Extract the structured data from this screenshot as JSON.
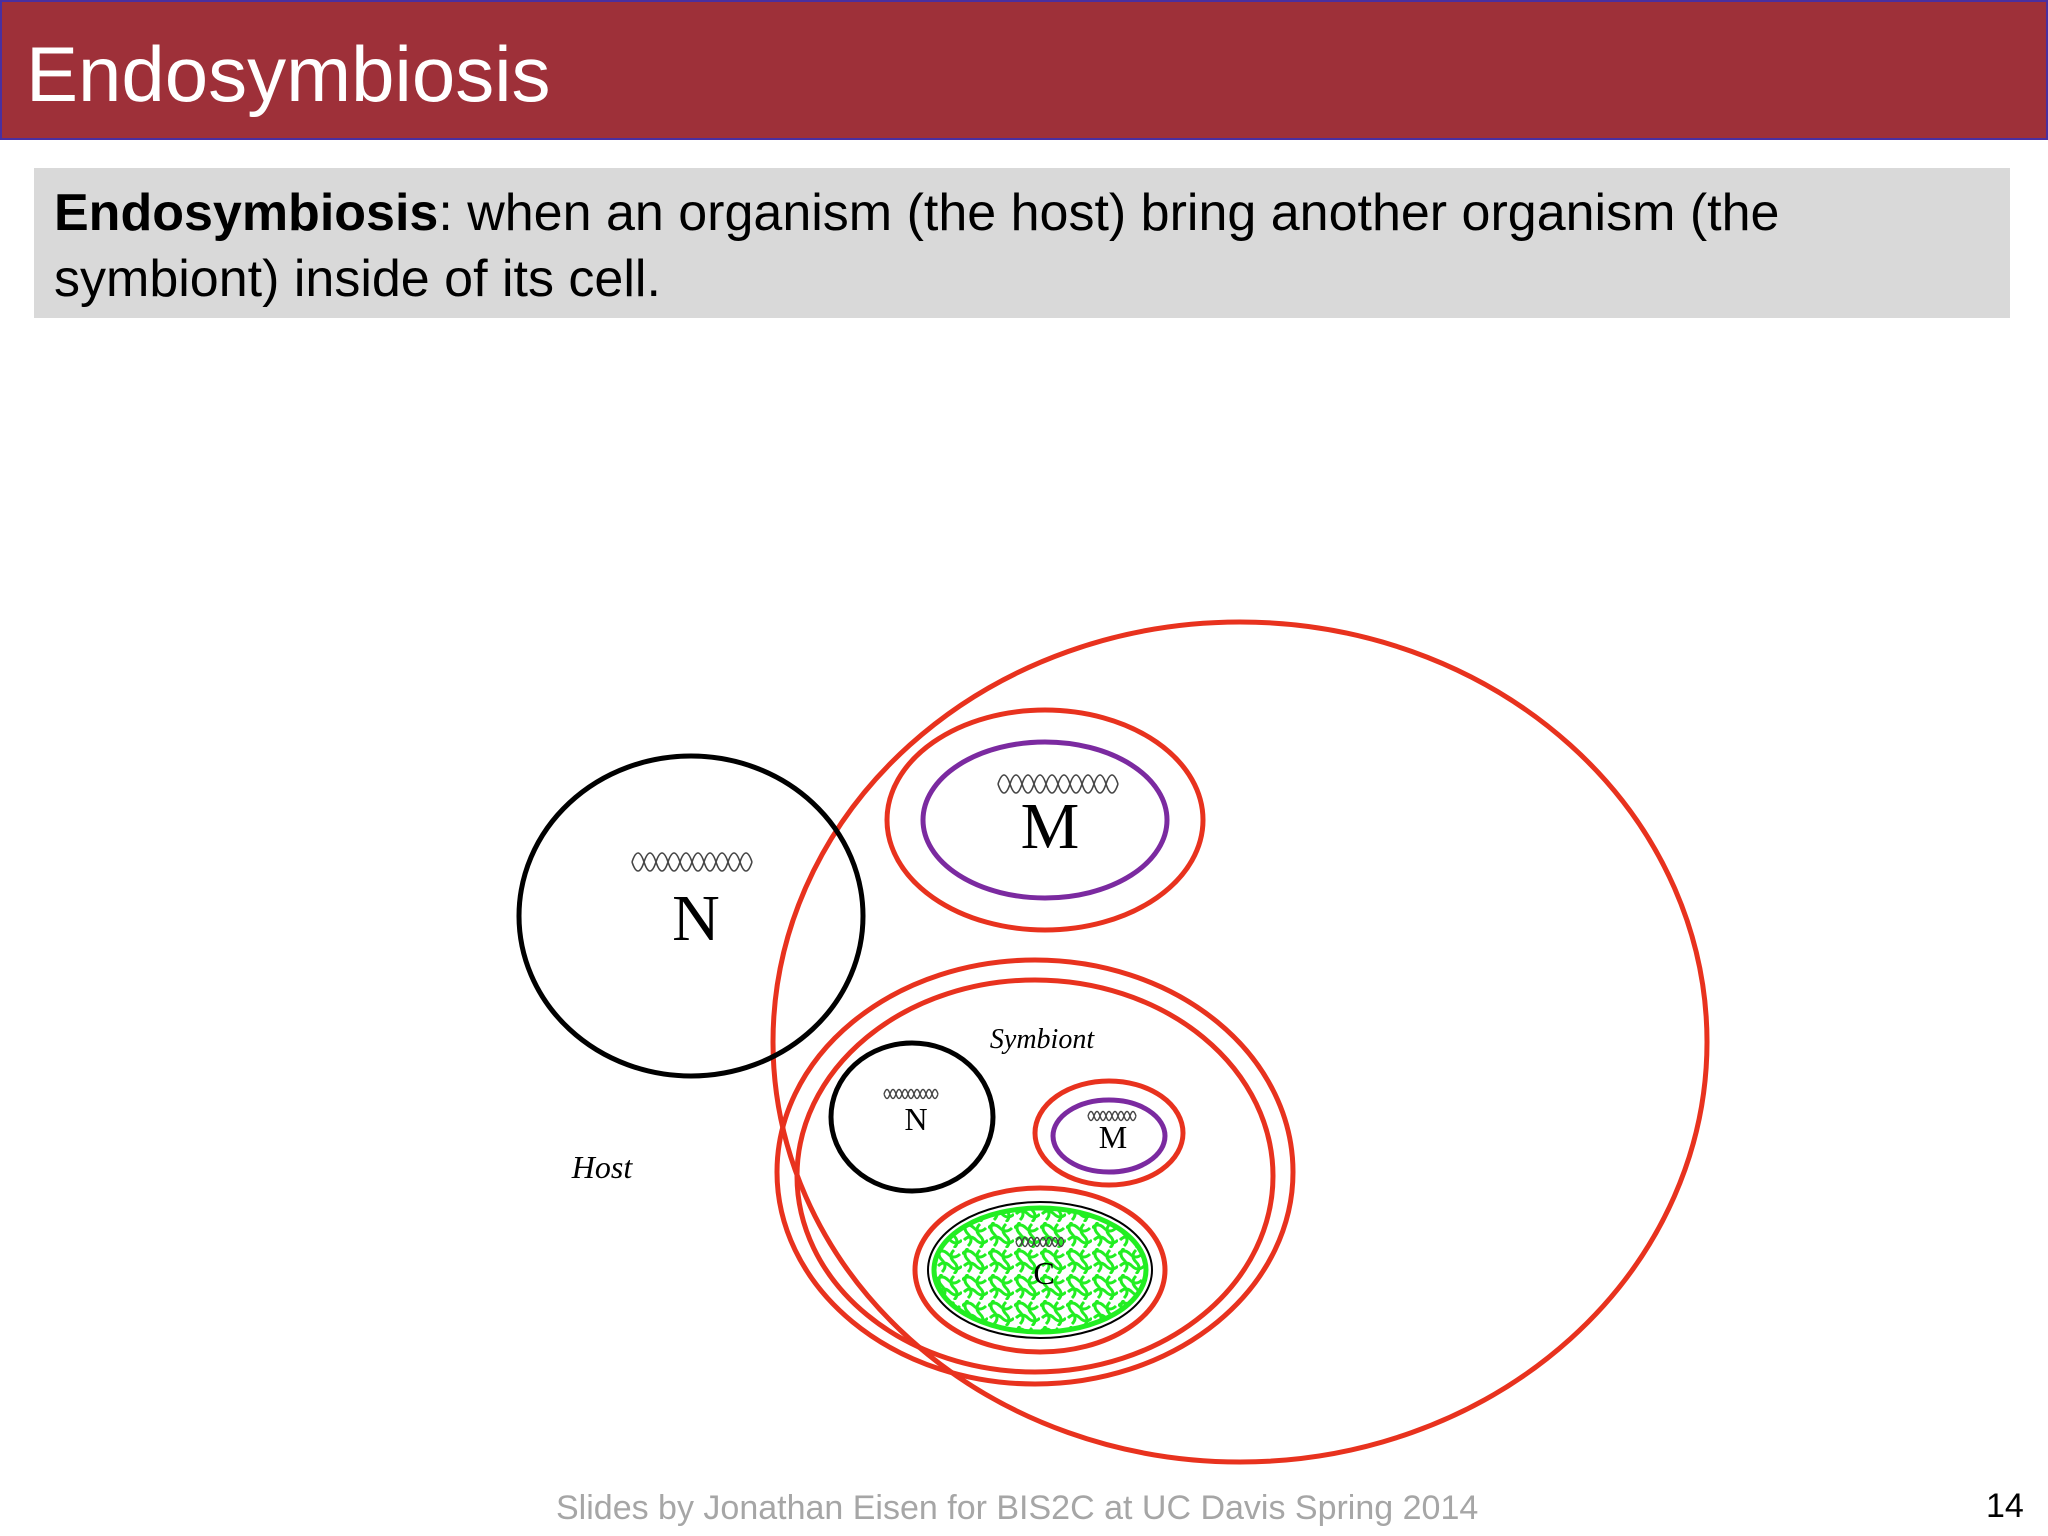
{
  "slide": {
    "title": "Endosymbiosis",
    "definition": {
      "term": "Endosymbiosis",
      "text": ": when an organism (the host) bring another organism (the symbiont) inside of its cell."
    },
    "footer": "Slides by Jonathan Eisen for BIS2C at UC Davis Spring 2014",
    "page_number": "14"
  },
  "diagram": {
    "host_label": "Host",
    "symbiont_label": "Symbiont",
    "host_nucleus_label": "N",
    "host_mitochondrion_label": "M",
    "symbiont_nucleus_label": "N",
    "symbiont_mitochondrion_label": "M",
    "symbiont_chloroplast_label": "C"
  },
  "colors": {
    "title_bar": "#9e3039",
    "title_border": "#4a2fa0",
    "definition_bg": "#d9d9d9",
    "membrane_red": "#e8321e",
    "nucleus_black": "#000000",
    "mitochondrion_purple": "#7b2aa0",
    "chloroplast_green": "#22ee22",
    "footer_gray": "#a6a6a6"
  }
}
